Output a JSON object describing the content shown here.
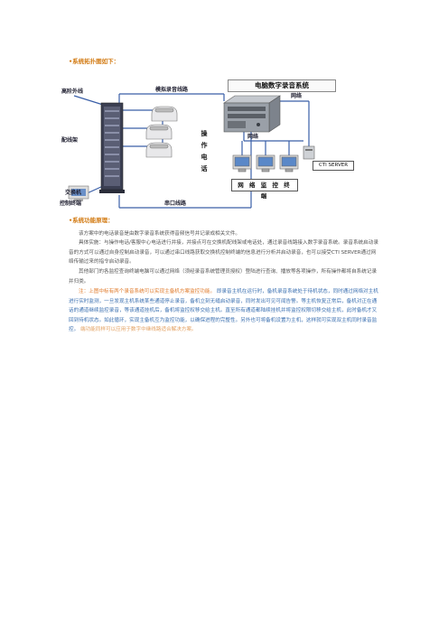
{
  "sections": {
    "topology_heading": "•系统拓扑图如下：",
    "function_heading": "•系统功能原理："
  },
  "diagram": {
    "title": "电脑数字录音系统",
    "labels": {
      "trunk_line": "高阶外线",
      "analog_line": "模拟录音线路",
      "network_top": "网络",
      "network_mid": "网络",
      "switch": "配线架",
      "exchange": "交换机",
      "control_terminal": "控制终端",
      "serial_line": "串口线路",
      "operator_console": "操作电话",
      "monitor_terminal": "网 络 监 控 终 端",
      "cti_server": "CTI SERVER"
    },
    "colors": {
      "line_blue": "#3a5fa8",
      "cabinet_dark": "#3b3f52",
      "server_gray": "#9aa0a8"
    }
  },
  "paragraphs": {
    "p1": "该方案中的电话录音是由数字录音系统获得音频信号并记录成相关文件。",
    "p2": "具体实施：与操作电话/客服中心电话进行并接，并接点可在交换机配线架或电话处，通过录音线路接入数字录音系统。录音系统启动录音的方式可以通过自身控制启动录音，可以通过串口线路获取交换机控制终端的信息进行分析并启动录音，也可以接受CTI SERVER通过网络传输过来的指令启动录音。",
    "p3": "其他部门的各监控查询终端电脑可以通过网络（须经录音系统管理员授权）登陆进行查询、播放等各项操作，所有操作都将自系统记录并归类。",
    "note_prefix": "注：上图中标有两个录音系统可以实现主备机方案监控功能。",
    "note_body": "即录音主机在运行时，备机录音系统处于待机状态，同时通过网络对主机进行实时监测，一旦发现主机系统某些通道停止录音，备机立刻无缝启动录音，同时发出可见可闻告警。等主机恢复正常后，备机对正在通话的通道继续监控录音，等该通道挂机后，备机将监控权移交给主机。直至所有通道都陆续挂机并将监控权限切移交给主机，此时备机才又回到待机状态。如此循环，实现主备机互为监控功能，以确保进程的完整性。另外也可将备机设置为主机，这样就可实现双主机同时录音监控。",
    "note_suffix": "端功能同样可以应用于数字中继线路适合解决方案。"
  }
}
